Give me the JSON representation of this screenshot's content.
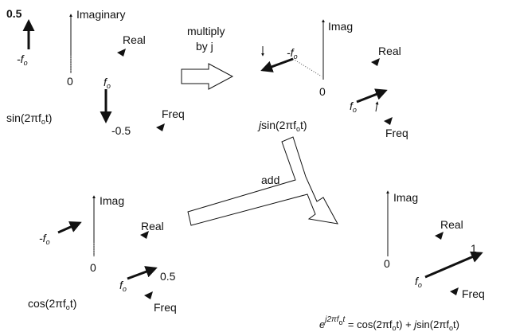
{
  "panel_sin": {
    "v_top": "0.5",
    "axis_label": "Imaginary",
    "real": "Real",
    "freq": "Freq",
    "neg_f": "-f",
    "neg_f_sub": "o",
    "pos_f": "f",
    "pos_f_sub": "o",
    "origin": "0",
    "v_bottom": "-0.5",
    "expr": "sin(2πf",
    "expr_sub": "o",
    "expr_tail": "t)"
  },
  "operation_multiply": {
    "line1": "multiply",
    "line2": "by j"
  },
  "panel_jsin": {
    "axis_label": "Imag",
    "real": "Real",
    "freq": "Freq",
    "neg_f": "-f",
    "neg_f_sub": "o",
    "pos_f": "f",
    "pos_f_sub": "o",
    "origin": "0",
    "expr_j": "j",
    "expr": "sin(2πf",
    "expr_sub": "o",
    "expr_tail": "t)"
  },
  "operation_add": {
    "label": "add"
  },
  "panel_cos": {
    "axis_label": "Imag",
    "real": "Real",
    "freq": "Freq",
    "neg_f": "-f",
    "neg_f_sub": "o",
    "pos_f": "f",
    "pos_f_sub": "o",
    "origin": "0",
    "value": "0.5",
    "expr": "cos(2πf",
    "expr_sub": "o",
    "expr_tail": "t)"
  },
  "panel_result": {
    "axis_label": "Imag",
    "real": "Real",
    "freq": "Freq",
    "pos_f": "f",
    "pos_f_sub": "o",
    "origin": "0",
    "value": "1",
    "eq_e": "e",
    "eq_exp": "j2πf",
    "eq_exp_sub": "o",
    "eq_exp_tail": "t",
    "eq_rhs_a": "= cos(2πf",
    "eq_rhs_a_sub": "o",
    "eq_rhs_b": "t) + ",
    "eq_rhs_j": "j",
    "eq_rhs_c": "sin(2πf",
    "eq_rhs_c_sub": "o",
    "eq_rhs_d": "t)"
  }
}
